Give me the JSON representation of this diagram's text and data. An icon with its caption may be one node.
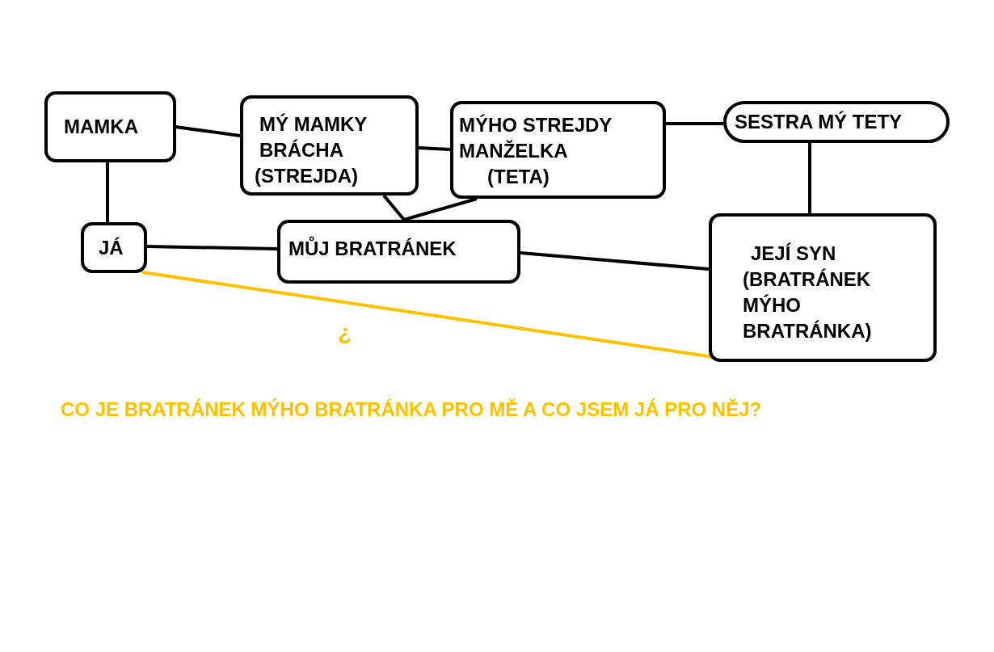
{
  "diagram": {
    "nodes": [
      {
        "text": [
          "MAMKA"
        ]
      },
      {
        "text": [
          "MÝ MAMKY BRÁCHA",
          "(STREJDA)"
        ]
      },
      {
        "text": [
          "MÝHO STREJDY MANŽELKA",
          "(TETA)"
        ]
      },
      {
        "text": [
          "SESTRA MÝ TETY"
        ]
      },
      {
        "text": [
          "JÁ"
        ]
      },
      {
        "text": [
          "MŮJ BRATRÁNEK"
        ]
      },
      {
        "text": [
          "JEJÍ SYN",
          "(BRATRÁNEK MÝHO BRATRÁNKA)"
        ]
      }
    ],
    "edges": [
      {
        "from": 0,
        "to": 1,
        "arrow": "none"
      },
      {
        "from": 0,
        "to": 4,
        "arrow": "none"
      },
      {
        "from": 1,
        "to": 2,
        "arrow": "none"
      },
      {
        "from": 2,
        "to": 3,
        "arrow": "none"
      },
      {
        "from": 1,
        "to": 5,
        "arrow": "none"
      },
      {
        "from": 2,
        "to": 5,
        "arrow": "none"
      },
      {
        "from": 4,
        "to": 5,
        "arrow": "none"
      },
      {
        "from": 5,
        "to": 6,
        "arrow": "none"
      },
      {
        "from": 3,
        "to": 6,
        "arrow": "none"
      },
      {
        "from": 4,
        "to": 6,
        "arrow": "none",
        "color": "#ffc000",
        "label": "¿"
      }
    ],
    "caption": "CO JE BRATRÁNEK MÝHO BRATRÁNKA PRO MĚ A CO JSEM JÁ PRO NĚJ?"
  }
}
